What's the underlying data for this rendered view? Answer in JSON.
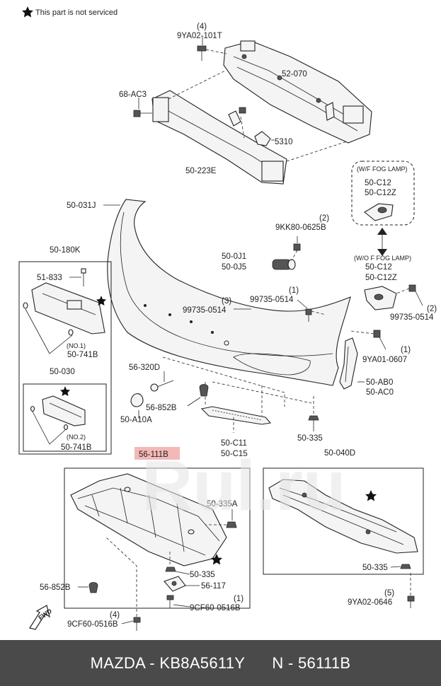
{
  "note": "This part is not serviced",
  "footer": "MAZDA - KB8A5611Y      N - 56111B",
  "watermark": "Rul.ru",
  "highlight_color": "#f4b8b8",
  "labels": {
    "l1": "(4)",
    "l2": "9YA02-101T",
    "l3": "52-070",
    "l4": "68-AC3",
    "l5": "5310",
    "l6": "50-223E",
    "l7": "(W/F FOG LAMP)",
    "l8": "50-C12",
    "l9": "50-C12Z",
    "l10": "50-031J",
    "l11": "(2)",
    "l12": "9KK80-0625B",
    "l13": "(W/O F FOG LAMP)",
    "l14": "50-C12",
    "l15": "50-C12Z",
    "l16": "50-180K",
    "l17": "50-0J1",
    "l18": "50-0J5",
    "l19": "51-833",
    "l20": "(1)",
    "l21": "99735-0514",
    "l22": "(3)",
    "l23": "99735-0514",
    "l24": "(2)",
    "l25": "99735-0514",
    "l26": "(NO.1)",
    "l27": "50-741B",
    "l28": "(1)",
    "l29": "9YA01-0607",
    "l30": "56-320D",
    "l31": "50-030",
    "l32": "50-AB0",
    "l33": "50-AC0",
    "l34": "56-852B",
    "l35": "50-A10A",
    "l36": "(NO.2)",
    "l37": "50-741B",
    "l38": "50-C11",
    "l39": "50-C15",
    "l40": "50-335",
    "l41": "56-111B",
    "l42": "50-040D",
    "l43": "50-335A",
    "l44": "50-335",
    "l45": "56-117",
    "l46": "50-335",
    "l47": "56-852B",
    "l48": "(1)",
    "l49": "9CF60-0516B",
    "l50": "(5)",
    "l51": "9YA02-0646",
    "l52": "(4)",
    "l53": "9CF60-0516B"
  },
  "icons": [
    "star-icon",
    "fwd-arrow-icon",
    "double-arrow-icon"
  ]
}
